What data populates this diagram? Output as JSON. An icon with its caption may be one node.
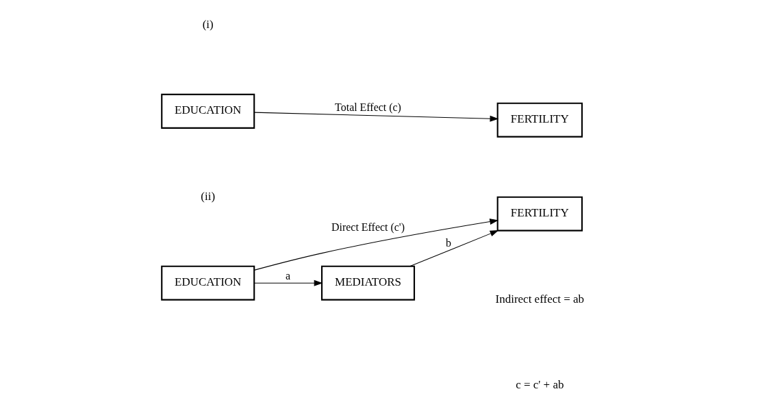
{
  "diagram": {
    "nodes": [
      {
        "text": [
          "EDUCATION"
        ]
      },
      {
        "text": [
          "FERTILITY"
        ]
      },
      {
        "text": [
          "EDUCATION"
        ]
      },
      {
        "text": [
          "FERTILITY"
        ]
      },
      {
        "text": [
          "MEDIATORS"
        ]
      }
    ],
    "edges": [
      {
        "from": 0,
        "to": 1,
        "arrow": "to",
        "label": "Total Effect (c)"
      },
      {
        "from": 2,
        "to": 3,
        "arrow": "to",
        "label": "Direct Effect (c')"
      },
      {
        "from": 2,
        "to": 4,
        "arrow": "to",
        "label": "a"
      },
      {
        "from": 4,
        "to": 3,
        "arrow": "to",
        "label": "b"
      }
    ],
    "labels": [
      "(i)",
      "(ii)",
      "Indirect effect = ab",
      "c = c' + ab"
    ]
  }
}
